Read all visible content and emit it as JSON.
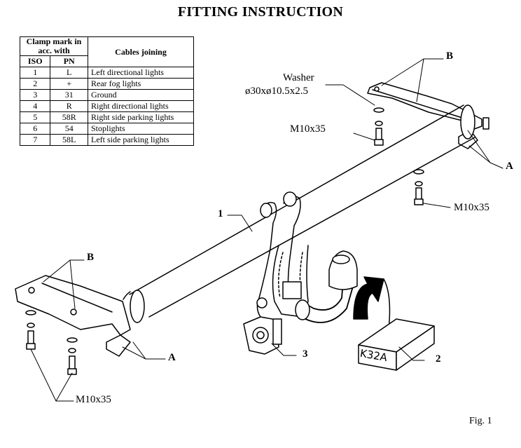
{
  "title": "FITTING INSTRUCTION",
  "table": {
    "header_clamp": "Clamp mark in acc. with",
    "header_cables": "Cables joining",
    "header_iso": "ISO",
    "header_pn": "PN",
    "rows": [
      {
        "iso": "1",
        "pn": "L",
        "desc": "Left directional lights"
      },
      {
        "iso": "2",
        "pn": "+",
        "desc": "Rear fog lights"
      },
      {
        "iso": "3",
        "pn": "31",
        "desc": "Ground"
      },
      {
        "iso": "4",
        "pn": "R",
        "desc": "Right directional lights"
      },
      {
        "iso": "5",
        "pn": "58R",
        "desc": "Right side parking lights"
      },
      {
        "iso": "6",
        "pn": "54",
        "desc": "Stoplights"
      },
      {
        "iso": "7",
        "pn": "58L",
        "desc": "Left side parking lights"
      }
    ]
  },
  "labels": {
    "washer": "Washer",
    "washer_size": "ø30xø10.5x2.5",
    "bolt_top": "M10x35",
    "bolt_right": "M10x35",
    "bolt_bottom": "M10x35",
    "mark_b_top": "B",
    "mark_b_left": "B",
    "mark_a_right": "A",
    "mark_a_bottom": "A",
    "part_1": "1",
    "part_2": "2",
    "part_3": "3",
    "box_code": "K32A",
    "figure": "Fig. 1"
  }
}
